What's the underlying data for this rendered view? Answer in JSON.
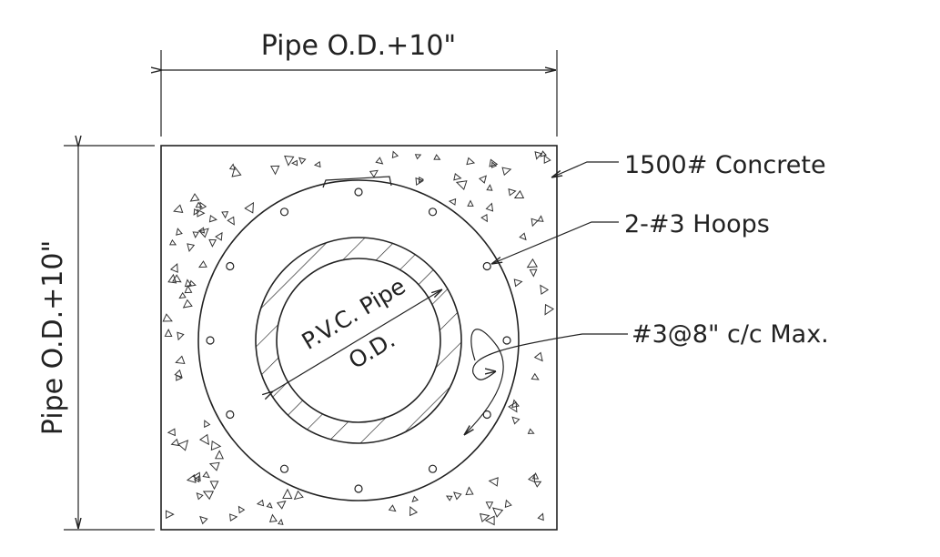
{
  "drawing": {
    "top_dimension": "Pipe O.D.+10\"",
    "side_dimension": "Pipe O.D.+10\"",
    "pipe_label_line1": "P.V.C. Pipe",
    "pipe_label_line2": "O.D."
  },
  "callouts": {
    "concrete": "1500# Concrete",
    "hoops": "2-#3 Hoops",
    "bars": "#3@8\" c/c Max."
  }
}
